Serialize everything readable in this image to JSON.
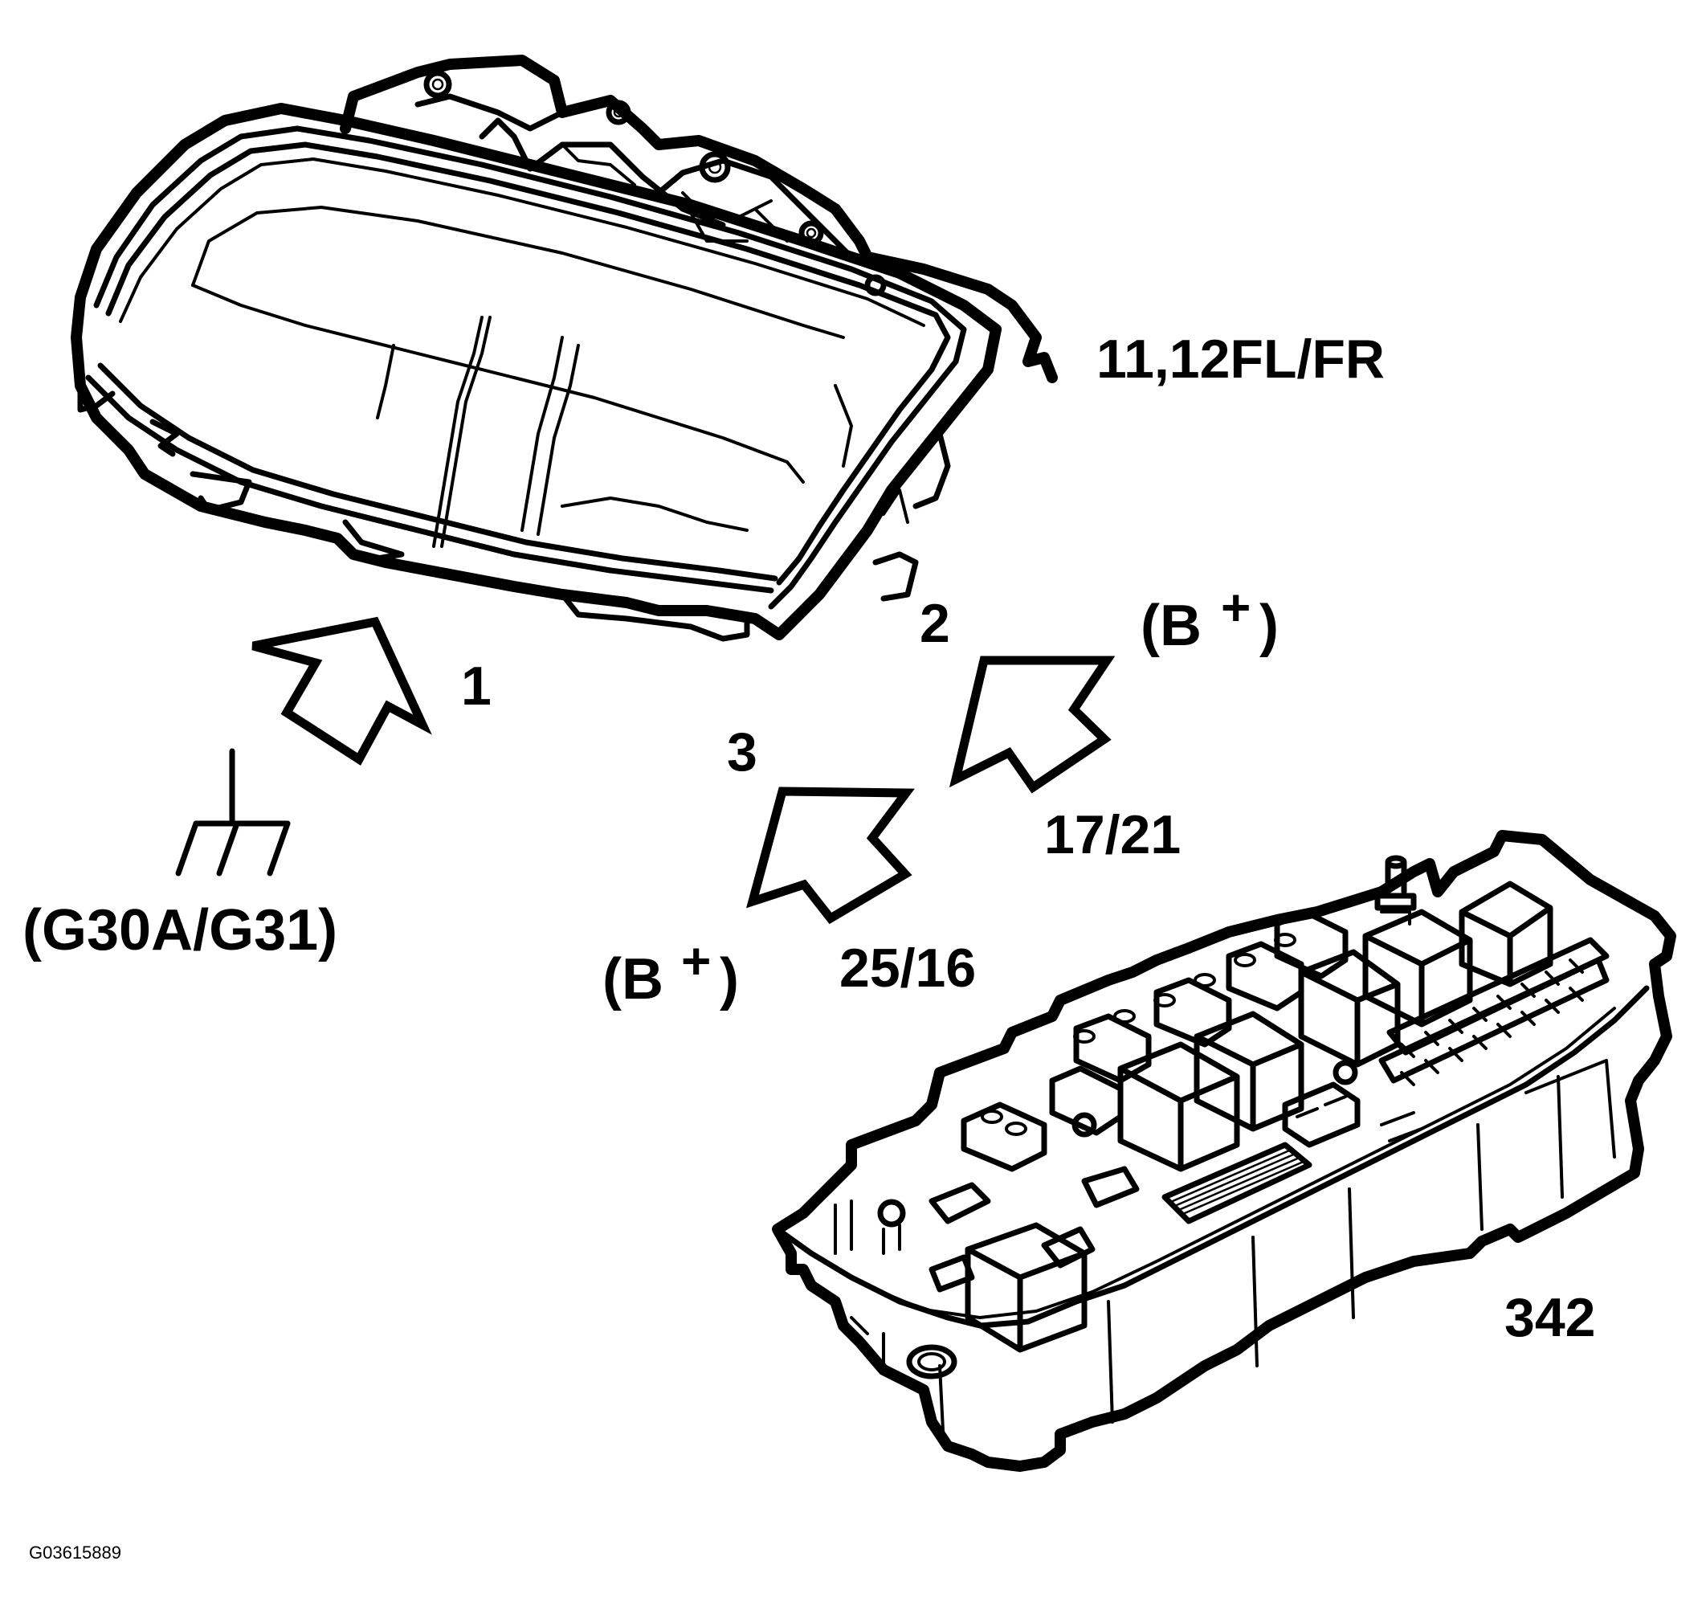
{
  "labels": {
    "headlamp_ref": "11,12FL/FR",
    "fusebox_ref": "342",
    "ground_ref": "(G30A/G31)",
    "arrow_1": "1",
    "arrow_2": "2",
    "arrow_3": "3",
    "fuse_2": "17/21",
    "fuse_3": "25/16",
    "bplus_upper_b": "(B",
    "bplus_upper_plus": "+",
    "bplus_upper_close": ")",
    "bplus_lower_b": "(B",
    "bplus_lower_plus": "+",
    "bplus_lower_close": ")",
    "figure_code": "G03615889"
  }
}
